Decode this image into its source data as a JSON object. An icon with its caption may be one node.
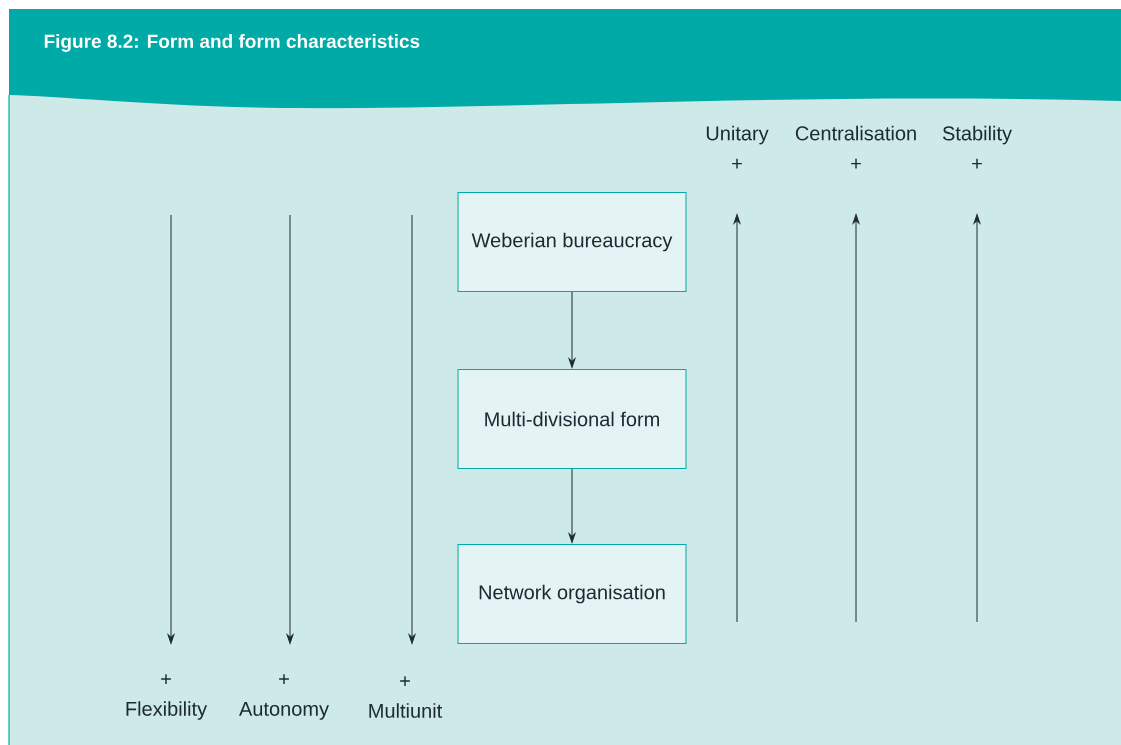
{
  "diagram": {
    "title": "Figure 8.2: Form and form characteristics",
    "nodes": [
      {
        "text": [
          "Weberian bureaucracy"
        ]
      },
      {
        "text": [
          "Multi-divisional form"
        ]
      },
      {
        "text": [
          "Network organisation"
        ]
      },
      {
        "text": [
          "Unitary",
          "+"
        ]
      },
      {
        "text": [
          "Centralisation",
          "+"
        ]
      },
      {
        "text": [
          "Stability",
          "+"
        ]
      },
      {
        "text": [
          "+",
          "Flexibility"
        ]
      },
      {
        "text": [
          "+",
          "Autonomy"
        ]
      },
      {
        "text": [
          "+",
          "Multiunit"
        ]
      }
    ],
    "edges": [
      {
        "from": 0,
        "to": 1,
        "arrow": "to"
      },
      {
        "from": 1,
        "to": 2,
        "arrow": "to"
      },
      {
        "from": null,
        "to": 3,
        "arrow": "to"
      },
      {
        "from": null,
        "to": 4,
        "arrow": "to"
      },
      {
        "from": null,
        "to": 5,
        "arrow": "to"
      },
      {
        "from": null,
        "to": 6,
        "arrow": "to"
      },
      {
        "from": null,
        "to": 7,
        "arrow": "to"
      },
      {
        "from": null,
        "to": 8,
        "arrow": "to"
      }
    ]
  }
}
